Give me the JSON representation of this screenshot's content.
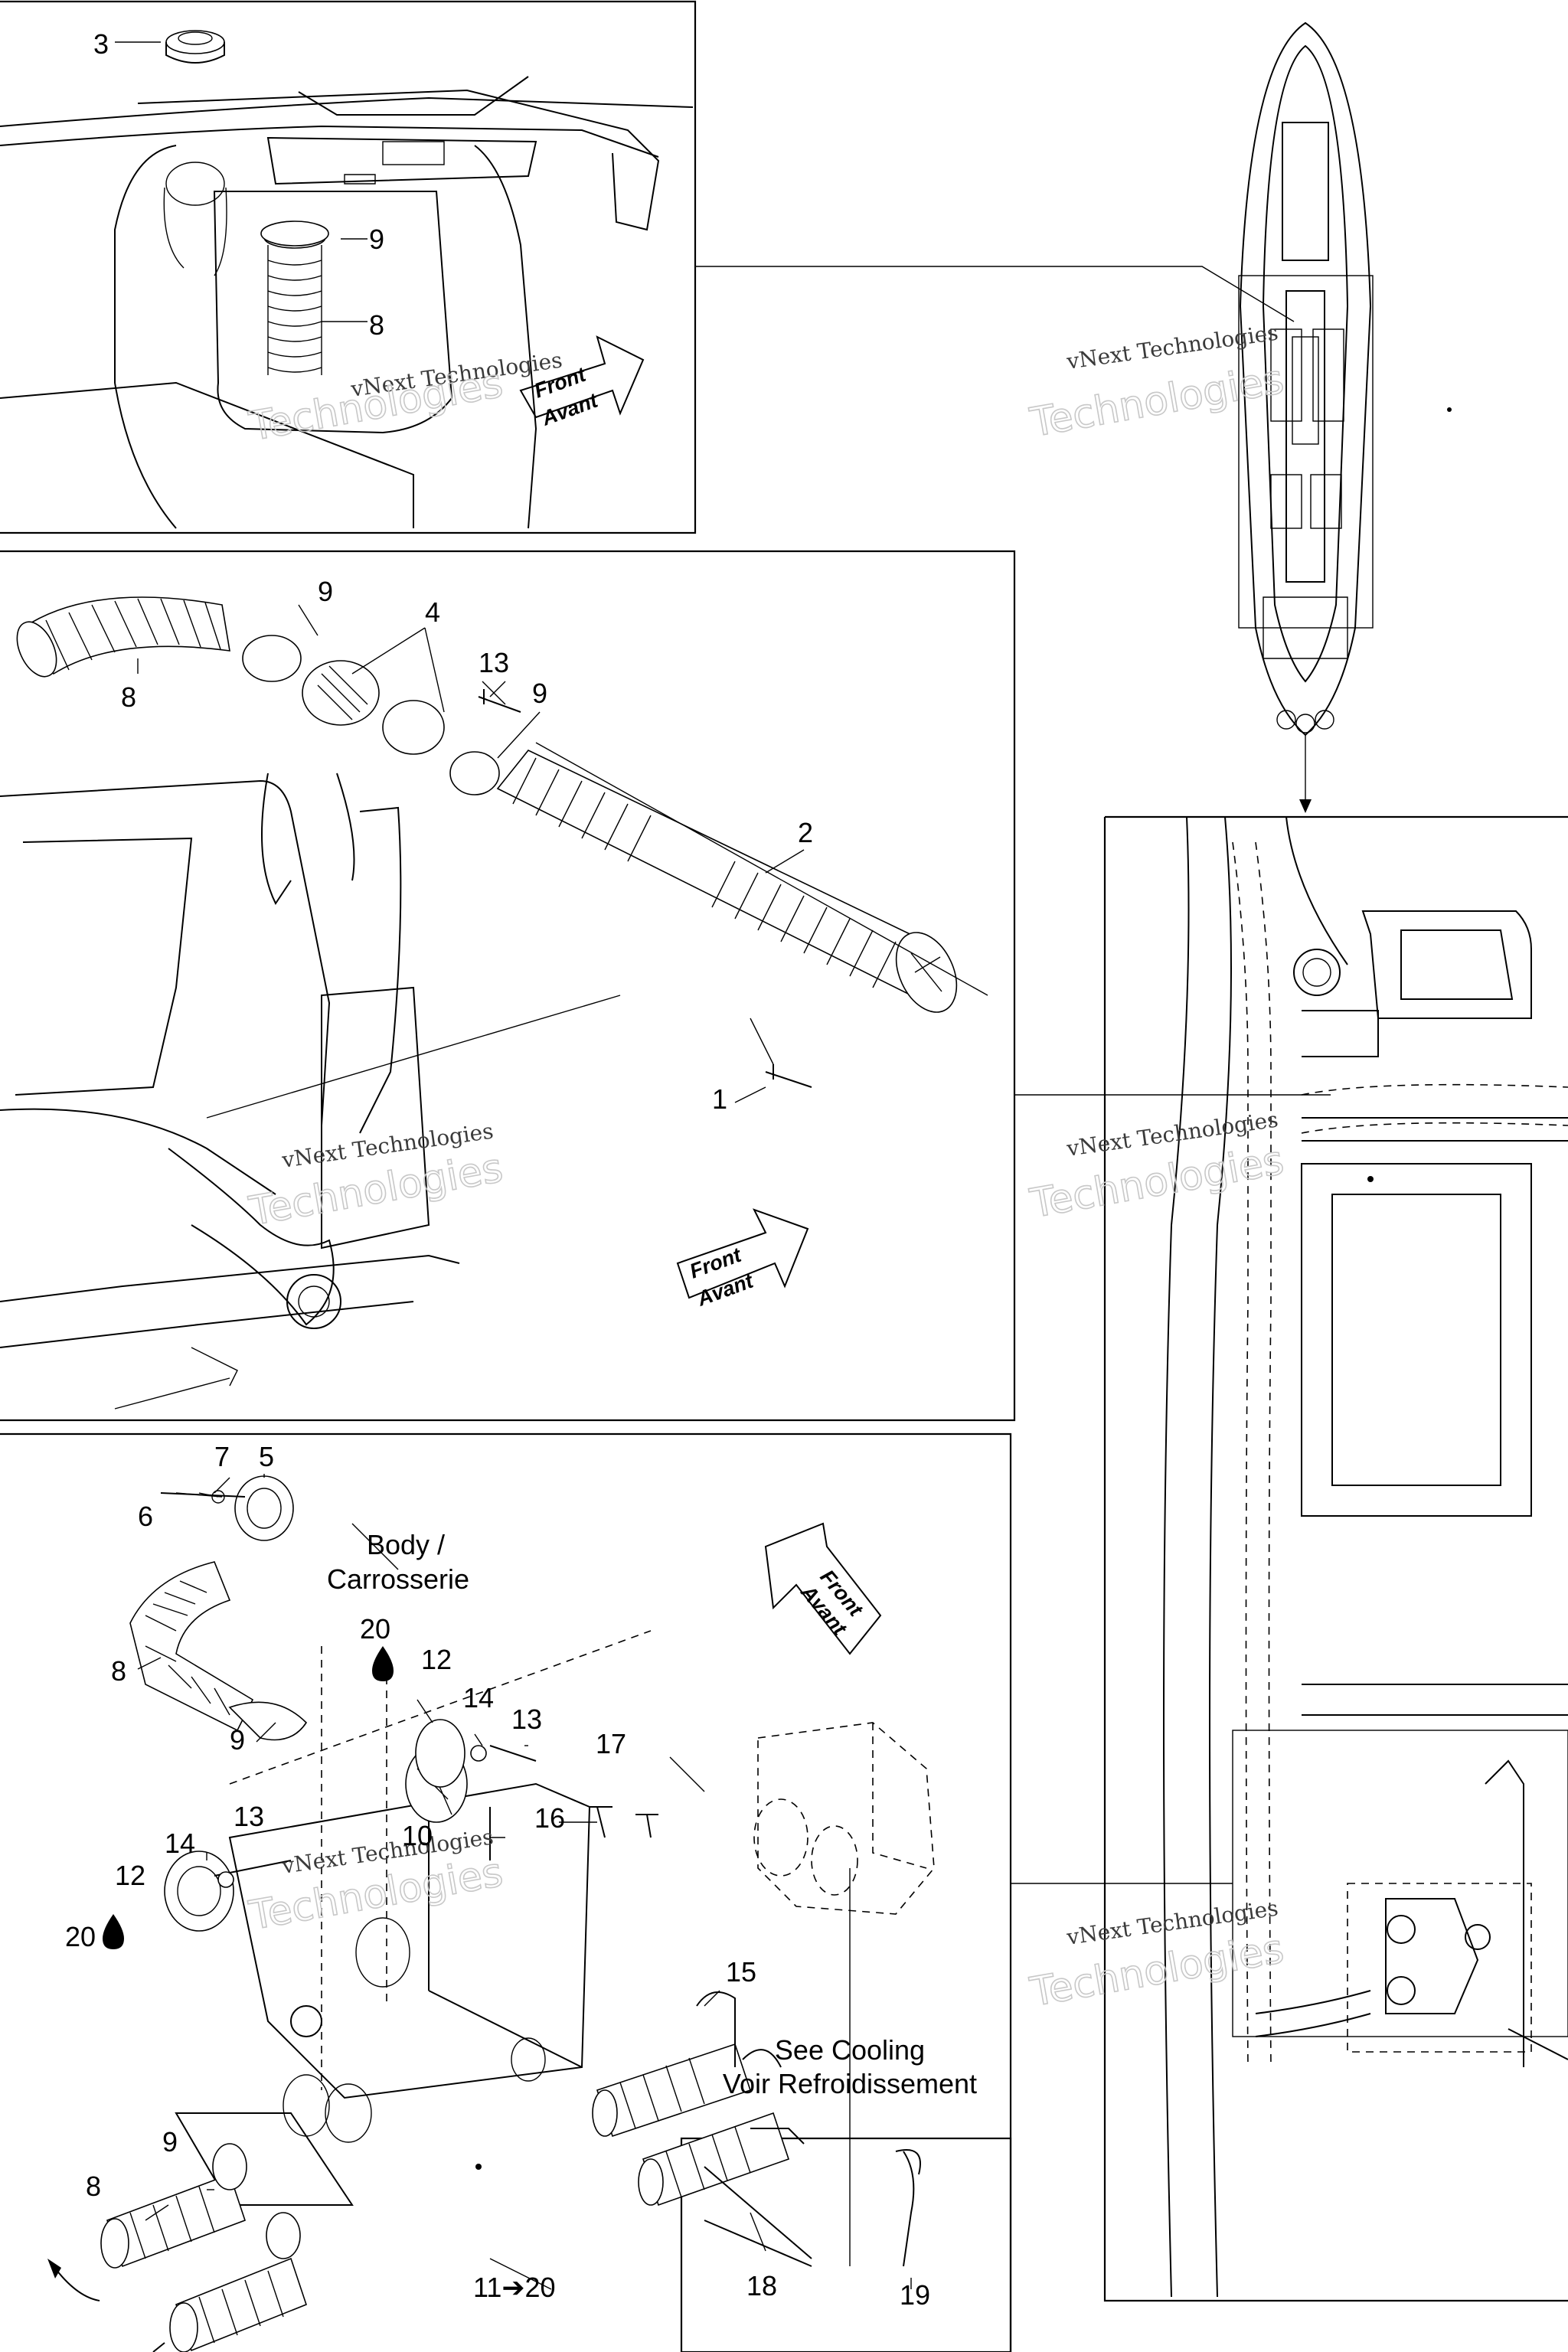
{
  "callouts": {
    "c1": "1",
    "c2": "2",
    "c3": "3",
    "c4": "4",
    "c5": "5",
    "c6": "6",
    "c7": "7",
    "c8": "8",
    "c9": "9",
    "c10": "10",
    "c12": "12",
    "c13": "13",
    "c14": "14",
    "c15": "15",
    "c16": "16",
    "c17": "17",
    "c18": "18",
    "c19": "19",
    "c20": "20",
    "c11to20": "11➔20"
  },
  "notes": {
    "body_en": "Body /",
    "body_fr": "Carrosserie",
    "cooling_en": "See Cooling",
    "cooling_fr": "Voir Refroidissement"
  },
  "direction": {
    "front_en": "Front",
    "front_fr": "Avant"
  },
  "watermark": {
    "line1": "vNext Technologies",
    "line2": "Technologies"
  },
  "icons": {
    "sealant": "drop-icon",
    "arrow": "front-arrow-icon"
  }
}
